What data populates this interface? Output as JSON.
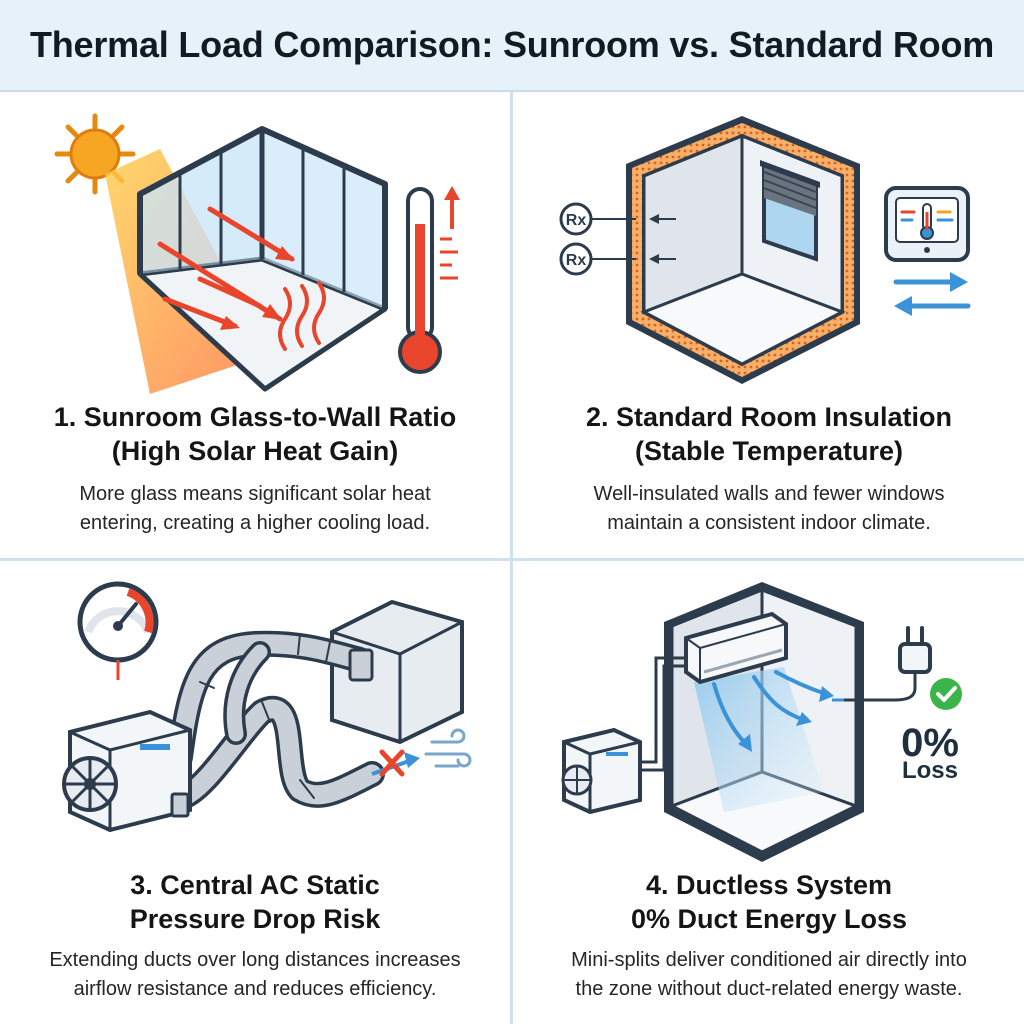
{
  "title": "Thermal Load Comparison: Sunroom vs. Standard Room",
  "panels": [
    {
      "title_lines": [
        "1. Sunroom Glass-to-Wall Ratio",
        "(High Solar Heat Gain)"
      ],
      "desc_lines": [
        "More glass means significant solar heat",
        "entering, creating a higher cooling load."
      ],
      "icons": [
        "sun-icon",
        "glass-room-icon",
        "heat-wave-icon",
        "thermometer-icon"
      ]
    },
    {
      "title_lines": [
        "2. Standard Room Insulation",
        "(Stable Temperature)"
      ],
      "desc_lines": [
        "Well-insulated walls and fewer windows",
        "maintain a consistent indoor climate."
      ],
      "icons": [
        "insulated-room-icon",
        "window-blind-icon",
        "thermostat-icon",
        "exchange-arrows-icon"
      ],
      "r_labels": [
        "Rx",
        "Rx"
      ]
    },
    {
      "title_lines": [
        "3. Central AC Static",
        "Pressure Drop Risk"
      ],
      "desc_lines": [
        "Extending ducts over long distances increases",
        "airflow resistance and reduces efficiency."
      ],
      "icons": [
        "pressure-gauge-icon",
        "ac-condenser-icon",
        "ductwork-icon",
        "blocked-airflow-icon"
      ]
    },
    {
      "title_lines": [
        "4. Ductless System",
        "0% Duct Energy Loss"
      ],
      "desc_lines": [
        "Mini-splits deliver conditioned air directly into",
        "the zone without duct-related energy waste."
      ],
      "icons": [
        "mini-split-icon",
        "outdoor-unit-icon",
        "plug-icon",
        "check-icon"
      ],
      "loss_value": "0%",
      "loss_label": "Loss"
    }
  ],
  "colors": {
    "header_bg": "#e6f1fa",
    "divider": "#cfe0ee",
    "outline": "#2d3c4c",
    "heat": "#e8452c",
    "sun": "#f6a623",
    "glass": "#bfe0f3",
    "insulation": "#ef8a3a",
    "air": "#3a92d8",
    "check": "#3bb54a"
  }
}
